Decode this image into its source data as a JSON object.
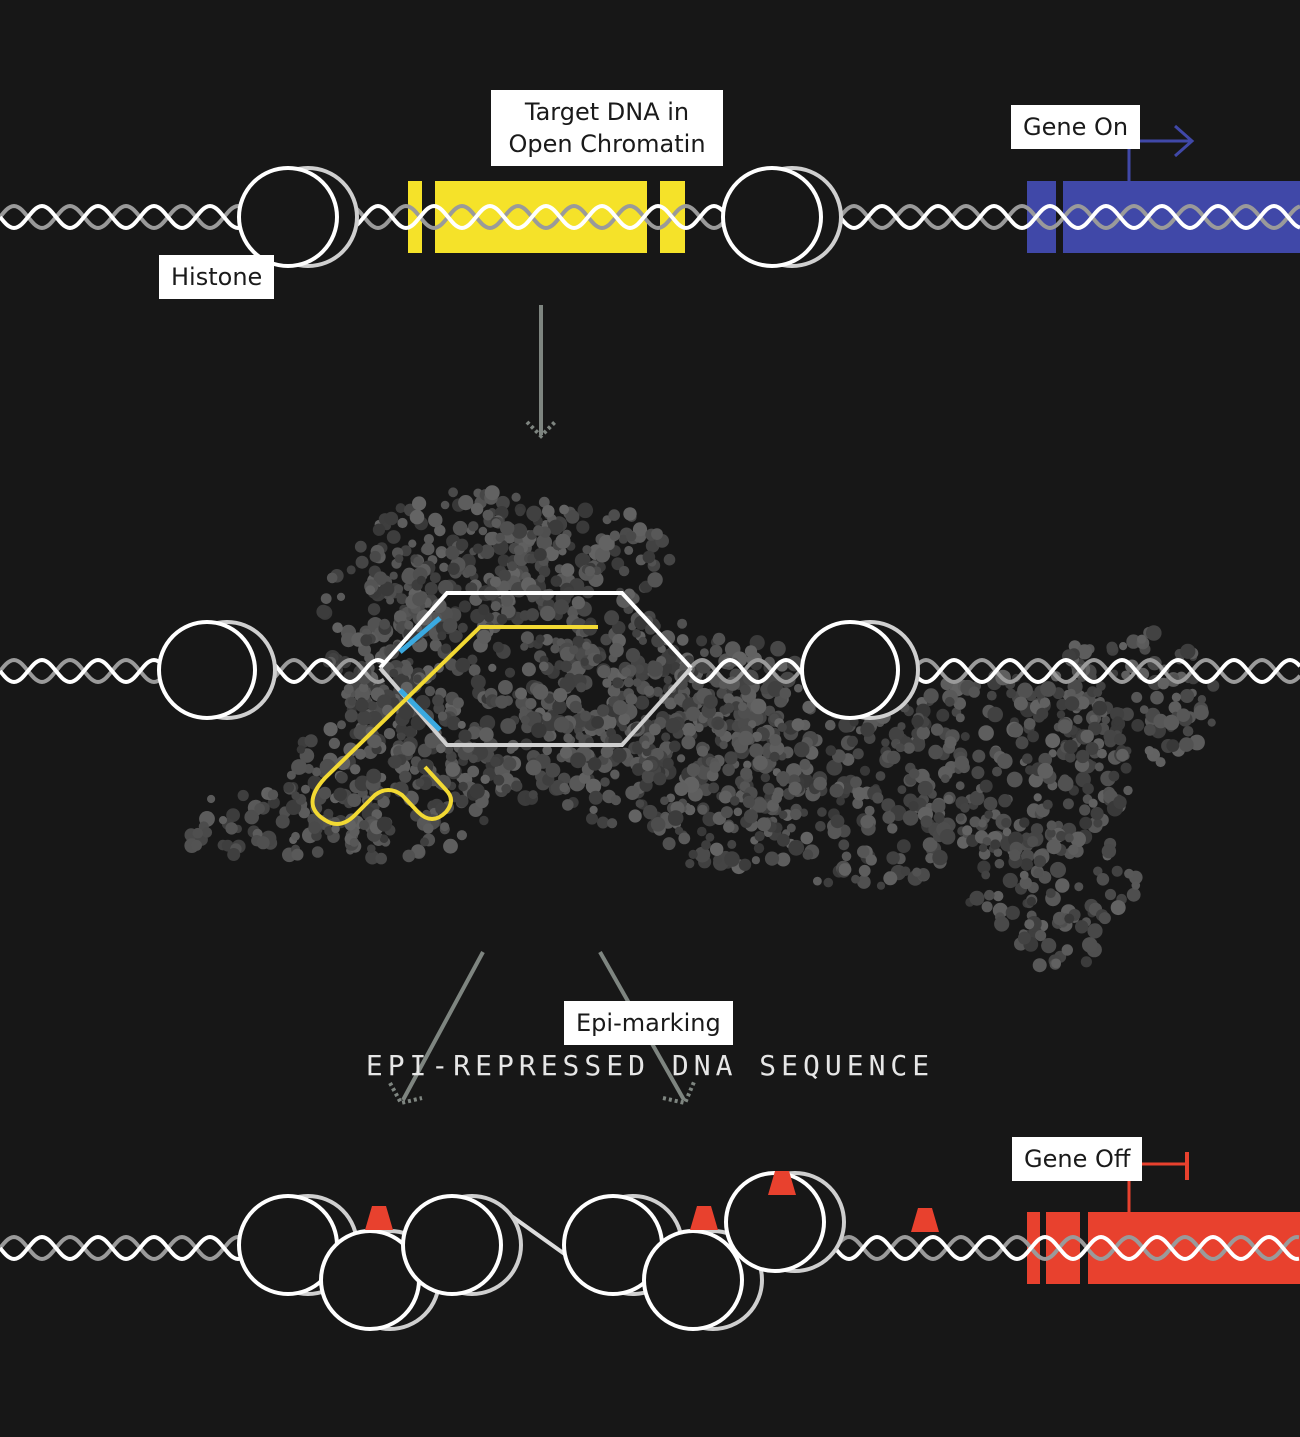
{
  "labels": {
    "target_line1": "Target DNA in",
    "target_line2": "Open Chromatin",
    "gene_on": "Gene On",
    "histone": "Histone",
    "epi_marking": "Epi-marking",
    "gene_off": "Gene Off"
  },
  "caption": "EPI-REPRESSED DNA SEQUENCE",
  "colors": {
    "background": "#171717",
    "target_region": "#f5e229",
    "gene_on": "#4048a8",
    "gene_off": "#e8412e",
    "guide_rna": "#f2d933",
    "cas_protein": "#4a4a4a",
    "spacer": "#3aa9e0",
    "arrow": "#7e8580",
    "dna": "#dcdcdc"
  },
  "icons": {
    "gene_on": "promoter-arrow-icon",
    "gene_off": "repressor-bar-icon",
    "epi_mark": "methyl-mark-icon"
  }
}
